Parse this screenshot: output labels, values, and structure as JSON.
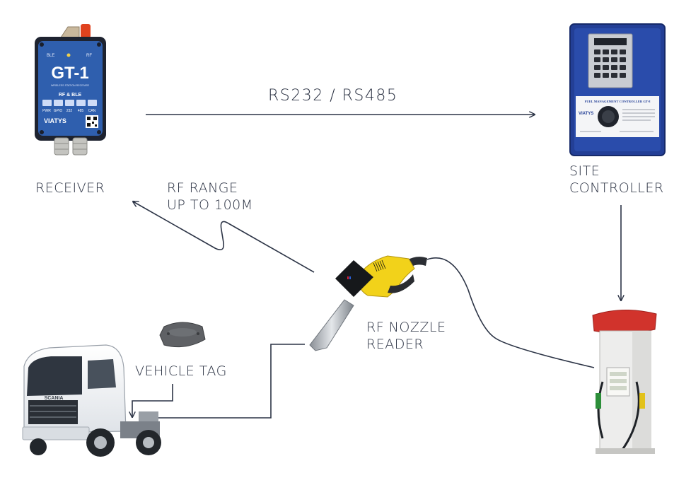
{
  "labels": {
    "receiver": "RECEIVER",
    "site_controller": [
      "SITE",
      "CONTROLLER"
    ],
    "rf_range": [
      "RF RANGE",
      "UP TO 100M"
    ],
    "protocol": "RS232 / RS485",
    "nozzle_reader": [
      "RF NOZZLE",
      "READER"
    ],
    "vehicle_tag": "VEHICLE TAG"
  },
  "device_text": {
    "receiver_model": "GT-1",
    "receiver_leds": [
      "BLE",
      "RF"
    ],
    "receiver_subtitle": "WIRELESS STATION RECEIVER",
    "receiver_tech": "RF & BLE",
    "receiver_ports": [
      "PWR",
      "GPIO",
      "232",
      "485",
      "CAN"
    ],
    "receiver_brand": "VIATYS",
    "controller_title": "FUEL MANAGEMENT CONTROLLER GT-8",
    "controller_brand": "VIATYS",
    "truck_brand": "SCANIA"
  },
  "colors": {
    "line": "#2c3446",
    "text": "#2a3142",
    "receiver_blue": "#2f5fae",
    "controller_blue": "#233f96",
    "nozzle_yellow": "#f2d21a",
    "pump_red": "#d1332c"
  }
}
